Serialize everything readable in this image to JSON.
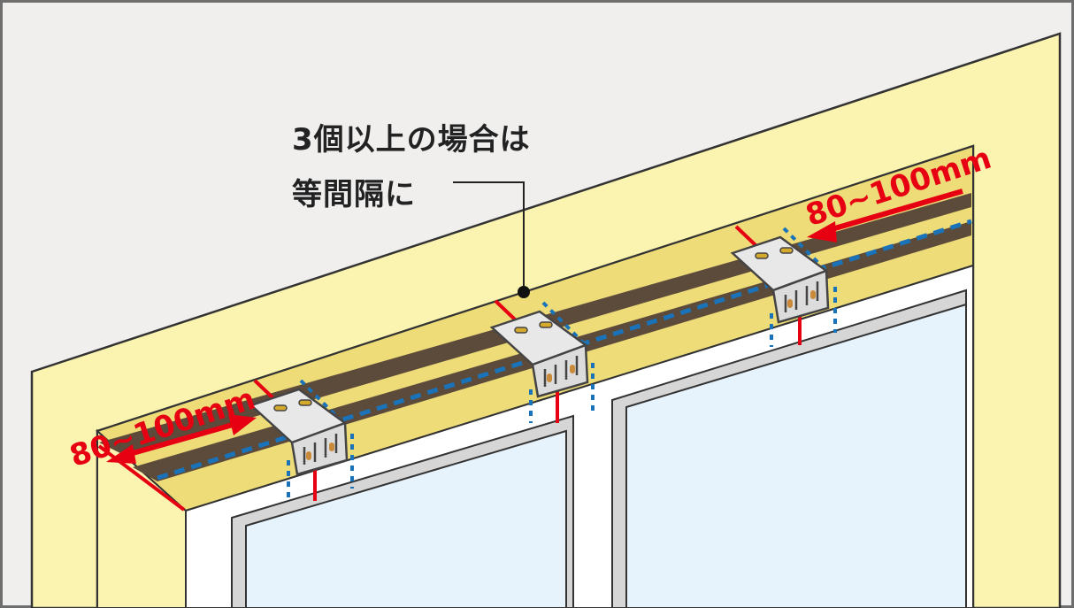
{
  "annotation": {
    "line1": "3個以上の場合は",
    "line2": "等間隔に"
  },
  "dimensions": {
    "right_spacing": "80~100mm",
    "left_spacing": "80~100mm"
  },
  "colors": {
    "background": "#f0efee",
    "frame": "#fbf3b0",
    "ceiling": "#eddc78",
    "rail": "#5c4a3a",
    "glass": "#e7f3fc",
    "window_frame": "#ffffff",
    "bracket": "#e8e8e8",
    "dimension_red": "#e60012",
    "guide_blue": "#1a73b8"
  },
  "brackets_count": 3
}
